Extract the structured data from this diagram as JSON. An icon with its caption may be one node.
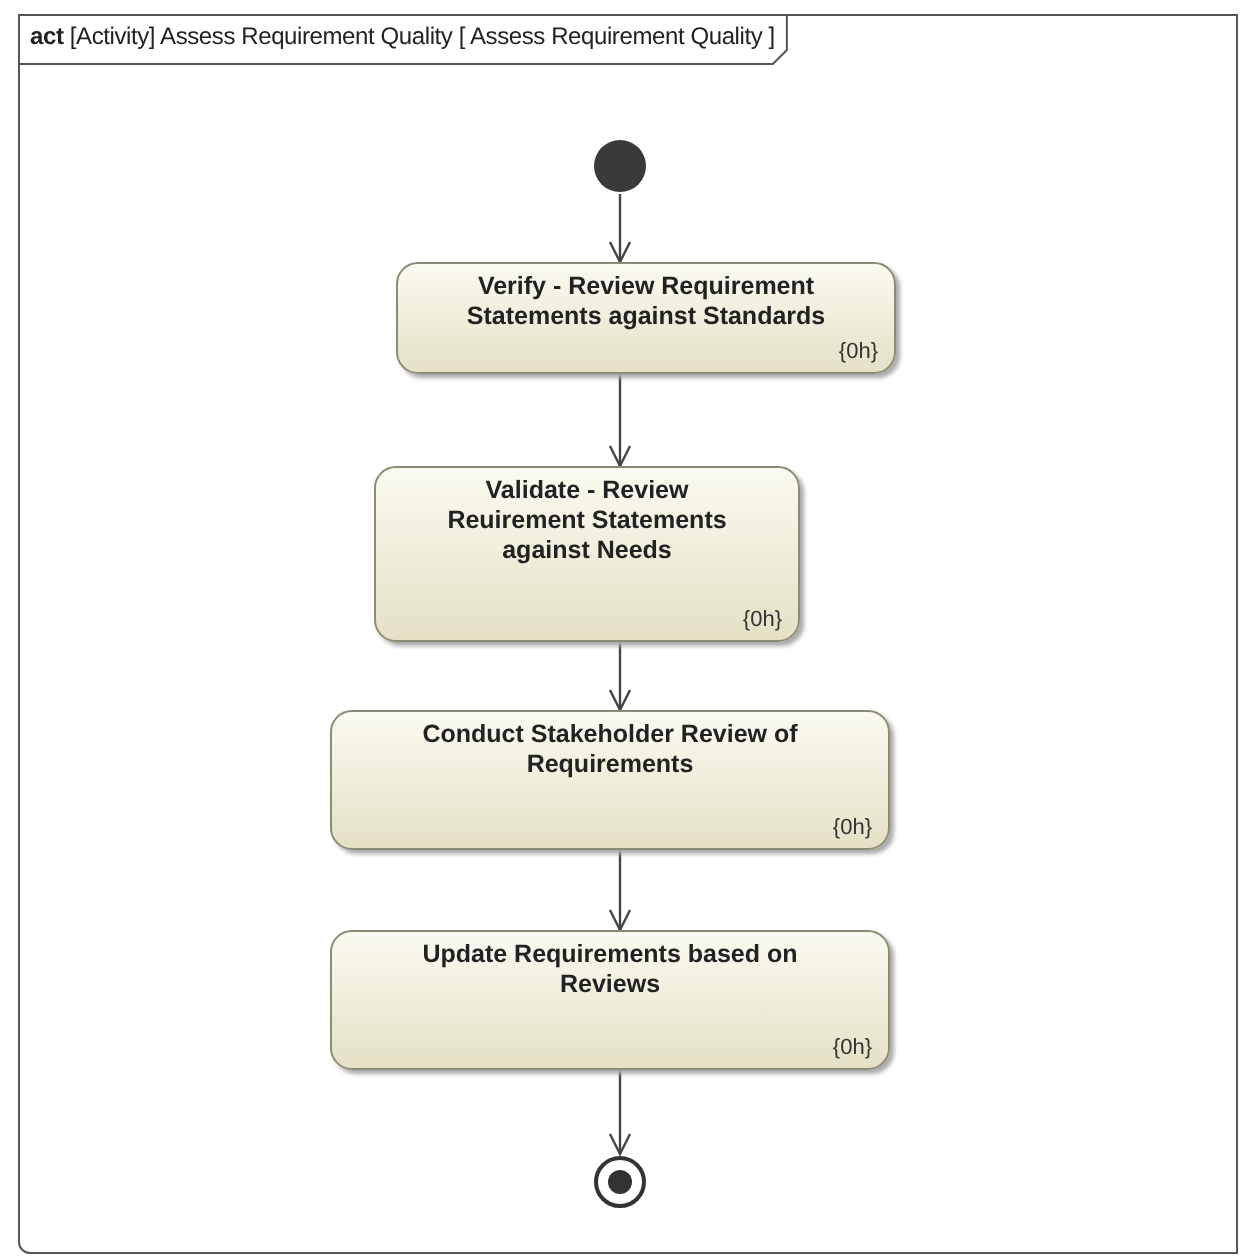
{
  "diagram": {
    "title": "**act** [Activity] Assess Requirement Quality [ Assess Requirement Quality ]",
    "nodes": [
      {
        "text": [],
        "shape": "circle"
      },
      {
        "text": [
          "Verify - Review Requirement Statements against Standards",
          "{0h}"
        ]
      },
      {
        "text": [
          "Validate - Review Reuirement Statements against Needs",
          "{0h}"
        ]
      },
      {
        "text": [
          "Conduct Stakeholder Review of Requirements",
          "{0h}"
        ]
      },
      {
        "text": [
          "Update Requirements based on Reviews",
          "{0h}"
        ]
      },
      {
        "text": [],
        "shape": "final-node"
      }
    ],
    "edges": [
      {
        "from": 0,
        "to": 1,
        "arrow": "to"
      },
      {
        "from": 1,
        "to": 2,
        "arrow": "to"
      },
      {
        "from": 2,
        "to": 3,
        "arrow": "to"
      },
      {
        "from": 3,
        "to": 4,
        "arrow": "to"
      },
      {
        "from": 4,
        "to": 5,
        "arrow": "to"
      }
    ]
  }
}
